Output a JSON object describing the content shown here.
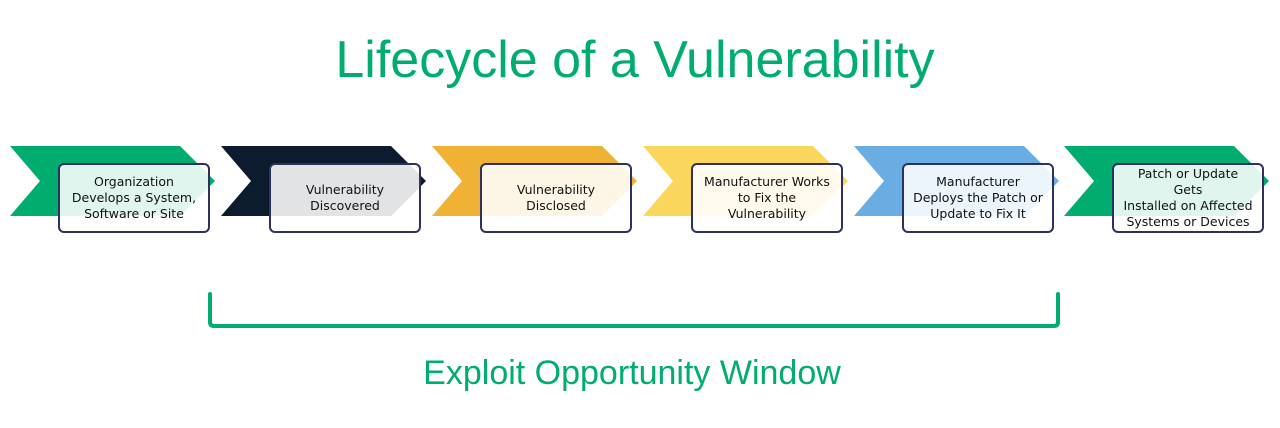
{
  "title": "Lifecycle of a Vulnerability",
  "colors": {
    "accent": "#00ad6f",
    "border": "#2e3060"
  },
  "stages": [
    {
      "label": "Organization\nDevelops a System,\nSoftware or Site",
      "color": "#00ad6f"
    },
    {
      "label": "Vulnerability\nDiscovered",
      "color": "#0d1b2e"
    },
    {
      "label": "Vulnerability\nDisclosed",
      "color": "#efb234"
    },
    {
      "label": "Manufacturer Works\nto Fix the\nVulnerability",
      "color": "#fad75c"
    },
    {
      "label": "Manufacturer\nDeploys the Patch or\nUpdate to Fix It",
      "color": "#6aade3"
    },
    {
      "label": "Patch or Update Gets\nInstalled on Affected\nSystems or Devices",
      "color": "#00ad6f"
    }
  ],
  "window_label": "Exploit Opportunity Window"
}
